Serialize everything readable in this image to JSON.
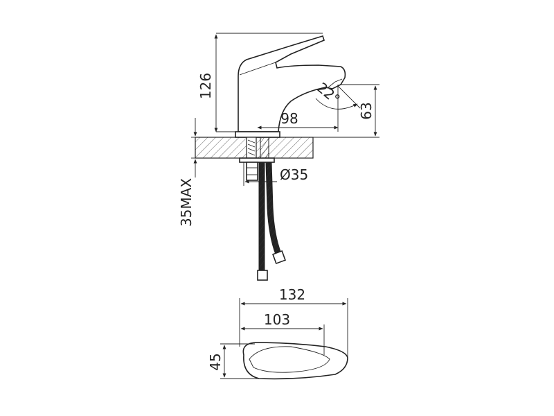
{
  "dimensions": {
    "height_126": "126",
    "spout_reach_98": "98",
    "spout_height_63": "63",
    "angle_22": "22°",
    "hole_diameter": "Ø35",
    "counter_thickness": "35MAX",
    "top_length_132": "132",
    "top_length_103": "103",
    "top_width_45": "45"
  },
  "colors": {
    "line": "#222222",
    "background": "#ffffff"
  }
}
